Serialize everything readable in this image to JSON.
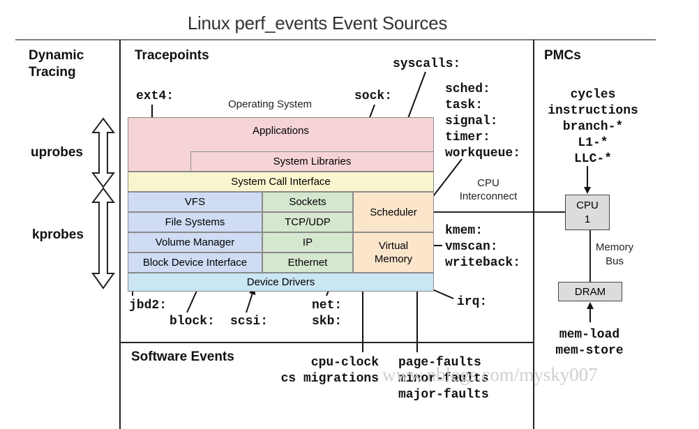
{
  "title": "Linux perf_events Event Sources",
  "sections": {
    "dynamic_tracing": "Dynamic\nTracing",
    "tracepoints": "Tracepoints",
    "pmcs": "PMCs",
    "software_events": "Software Events"
  },
  "probes": {
    "uprobes": "uprobes",
    "kprobes": "kprobes"
  },
  "os_label": "Operating System",
  "layers": {
    "applications": "Applications",
    "system_libraries": "System Libraries",
    "system_call_interface": "System Call Interface",
    "vfs": "VFS",
    "file_systems": "File Systems",
    "volume_manager": "Volume Manager",
    "block_device_interface": "Block Device Interface",
    "sockets": "Sockets",
    "tcp_udp": "TCP/UDP",
    "ip": "IP",
    "ethernet": "Ethernet",
    "scheduler": "Scheduler",
    "virtual_memory": "Virtual\nMemory",
    "device_drivers": "Device Drivers"
  },
  "tracepoints": {
    "ext4": "ext4:",
    "sock": "sock:",
    "syscalls": "syscalls:",
    "sched_group": "sched:\ntask:\nsignal:\ntimer:\nworkqueue:",
    "kmem_group": "kmem:\nvmscan:\nwriteback:",
    "irq": "irq:",
    "jbd2": "jbd2:",
    "block": "block:",
    "scsi": "scsi:",
    "net_skb": "net:\nskb:"
  },
  "hardware": {
    "cpu_interconnect": "CPU\nInterconnect",
    "cpu_box": "CPU\n1",
    "memory_bus": "Memory\nBus",
    "dram": "DRAM",
    "pmc_events": "cycles\ninstructions\nbranch-*\nL1-*\nLLC-*",
    "mem_events": "mem-load\nmem-store"
  },
  "software_events": {
    "cpu_clock": "cpu-clock\ncs migrations",
    "faults": "page-faults\nminor-faults\nmajor-faults"
  },
  "watermark": "www.nblogs.com/mysky007",
  "colors": {
    "applications": "#f6d3d6",
    "syscall_interface": "#f9f6cf",
    "storage_stack": "#cfdcf4",
    "network_stack": "#d6e7cf",
    "scheduler_vm": "#fbe6cc",
    "device_drivers": "#c9e6f2",
    "hardware_box": "#dcdcdc"
  }
}
